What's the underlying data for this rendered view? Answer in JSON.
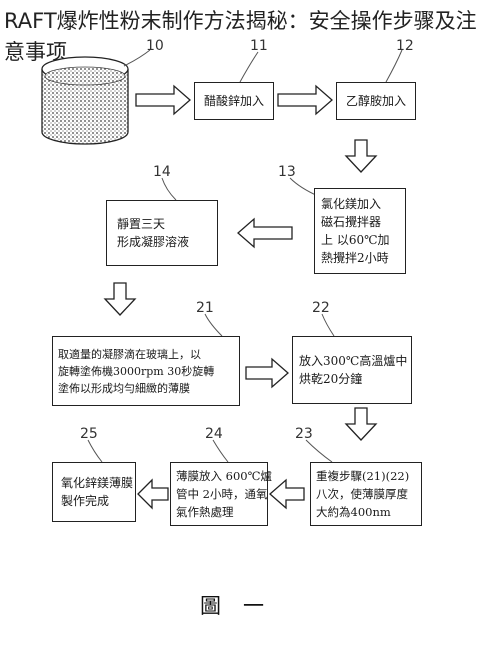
{
  "title": "RAFT爆炸性粉末制作方法揭秘：安全操作步骤及注意事项",
  "labels": {
    "n10": "10",
    "n11": "11",
    "n12": "12",
    "n13": "13",
    "n14": "14",
    "n21": "21",
    "n22": "22",
    "n23": "23",
    "n24": "24",
    "n25": "25"
  },
  "steps": {
    "s11": "醋酸鋅加入",
    "s12": "乙醇胺加入",
    "s13": [
      "氯化鎂加入",
      "磁石攪拌器",
      "上 以60℃加",
      "熱攪拌2小時"
    ],
    "s14": [
      "靜置三天",
      "形成凝膠溶液"
    ],
    "s21": [
      "取適量的凝膠滴在玻璃上，以",
      "旋轉塗佈機3000rpm 30秒旋轉",
      "塗佈以形成均勻細緻的薄膜"
    ],
    "s22": [
      "放入300℃高溫爐中",
      "烘乾20分鐘"
    ],
    "s23": [
      "重複步驟(21)(22)",
      "八次，使薄膜厚度",
      "大約為400nm"
    ],
    "s24": [
      "薄膜放入 600℃爐",
      "管中 2小時，通氧",
      "氣作熱處理"
    ],
    "s25": [
      "氧化鋅鎂薄膜",
      "製作完成"
    ]
  },
  "caption": "圖一"
}
